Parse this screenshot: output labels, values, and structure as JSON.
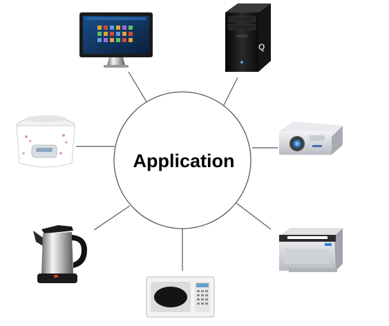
{
  "center": {
    "label": "Application"
  },
  "devices": [
    {
      "name": "monitor",
      "icon": "monitor-icon"
    },
    {
      "name": "desktop-tower",
      "icon": "desktop-tower-icon",
      "brand_mark": "Q"
    },
    {
      "name": "projector",
      "icon": "projector-icon"
    },
    {
      "name": "printer",
      "icon": "printer-icon"
    },
    {
      "name": "microwave",
      "icon": "microwave-icon"
    },
    {
      "name": "electric-kettle",
      "icon": "kettle-icon"
    },
    {
      "name": "rice-cooker",
      "icon": "rice-cooker-icon"
    }
  ],
  "colors": {
    "circle_stroke": "#555555",
    "spoke": "#555555",
    "text": "#000000",
    "background": "#ffffff"
  }
}
